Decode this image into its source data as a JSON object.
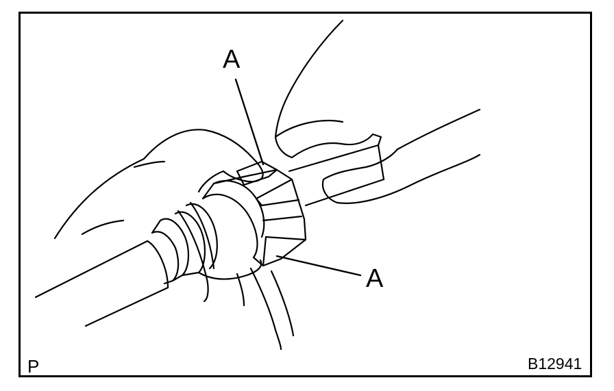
{
  "figure": {
    "callouts": {
      "top": "A",
      "bottom": "A"
    },
    "corner_left": "P",
    "figure_id": "B12941"
  },
  "colors": {
    "line": "#000000",
    "background": "#ffffff"
  }
}
